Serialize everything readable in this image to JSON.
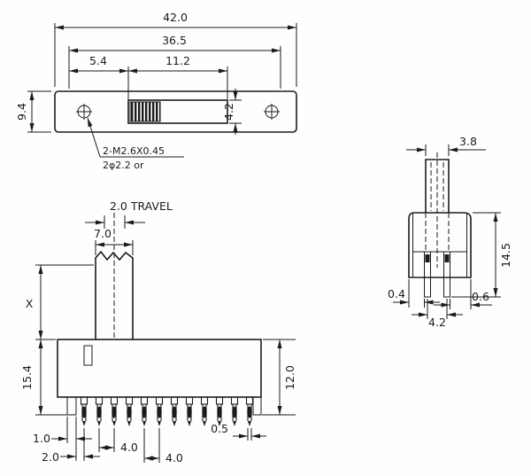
{
  "top_view": {
    "overall_width": "42.0",
    "mount_width": "36.5",
    "slot_offset": "5.4",
    "slot_width": "11.2",
    "plate_height": "9.4",
    "slot_height": "4.2",
    "hole_note_line1": "2-M2.6X0.45",
    "hole_note_line2": "2φ2.2 or"
  },
  "front_view": {
    "travel_label": "2.0 TRAVEL",
    "knob_width": "7.0",
    "knob_height": "X",
    "body_height": "15.4",
    "body_height_right": "12.0",
    "pin_offset": "1.0",
    "pin_pitch_end": "2.0",
    "pin_pitch_a": "4.0",
    "pin_pitch_b": "4.0",
    "pin_width": "0.5"
  },
  "side_view": {
    "stem_width": "3.8",
    "overall_height": "14.5",
    "pin_offset_left": "0.4",
    "pin_pitch": "4.2",
    "pin_offset_right": "0.6"
  }
}
